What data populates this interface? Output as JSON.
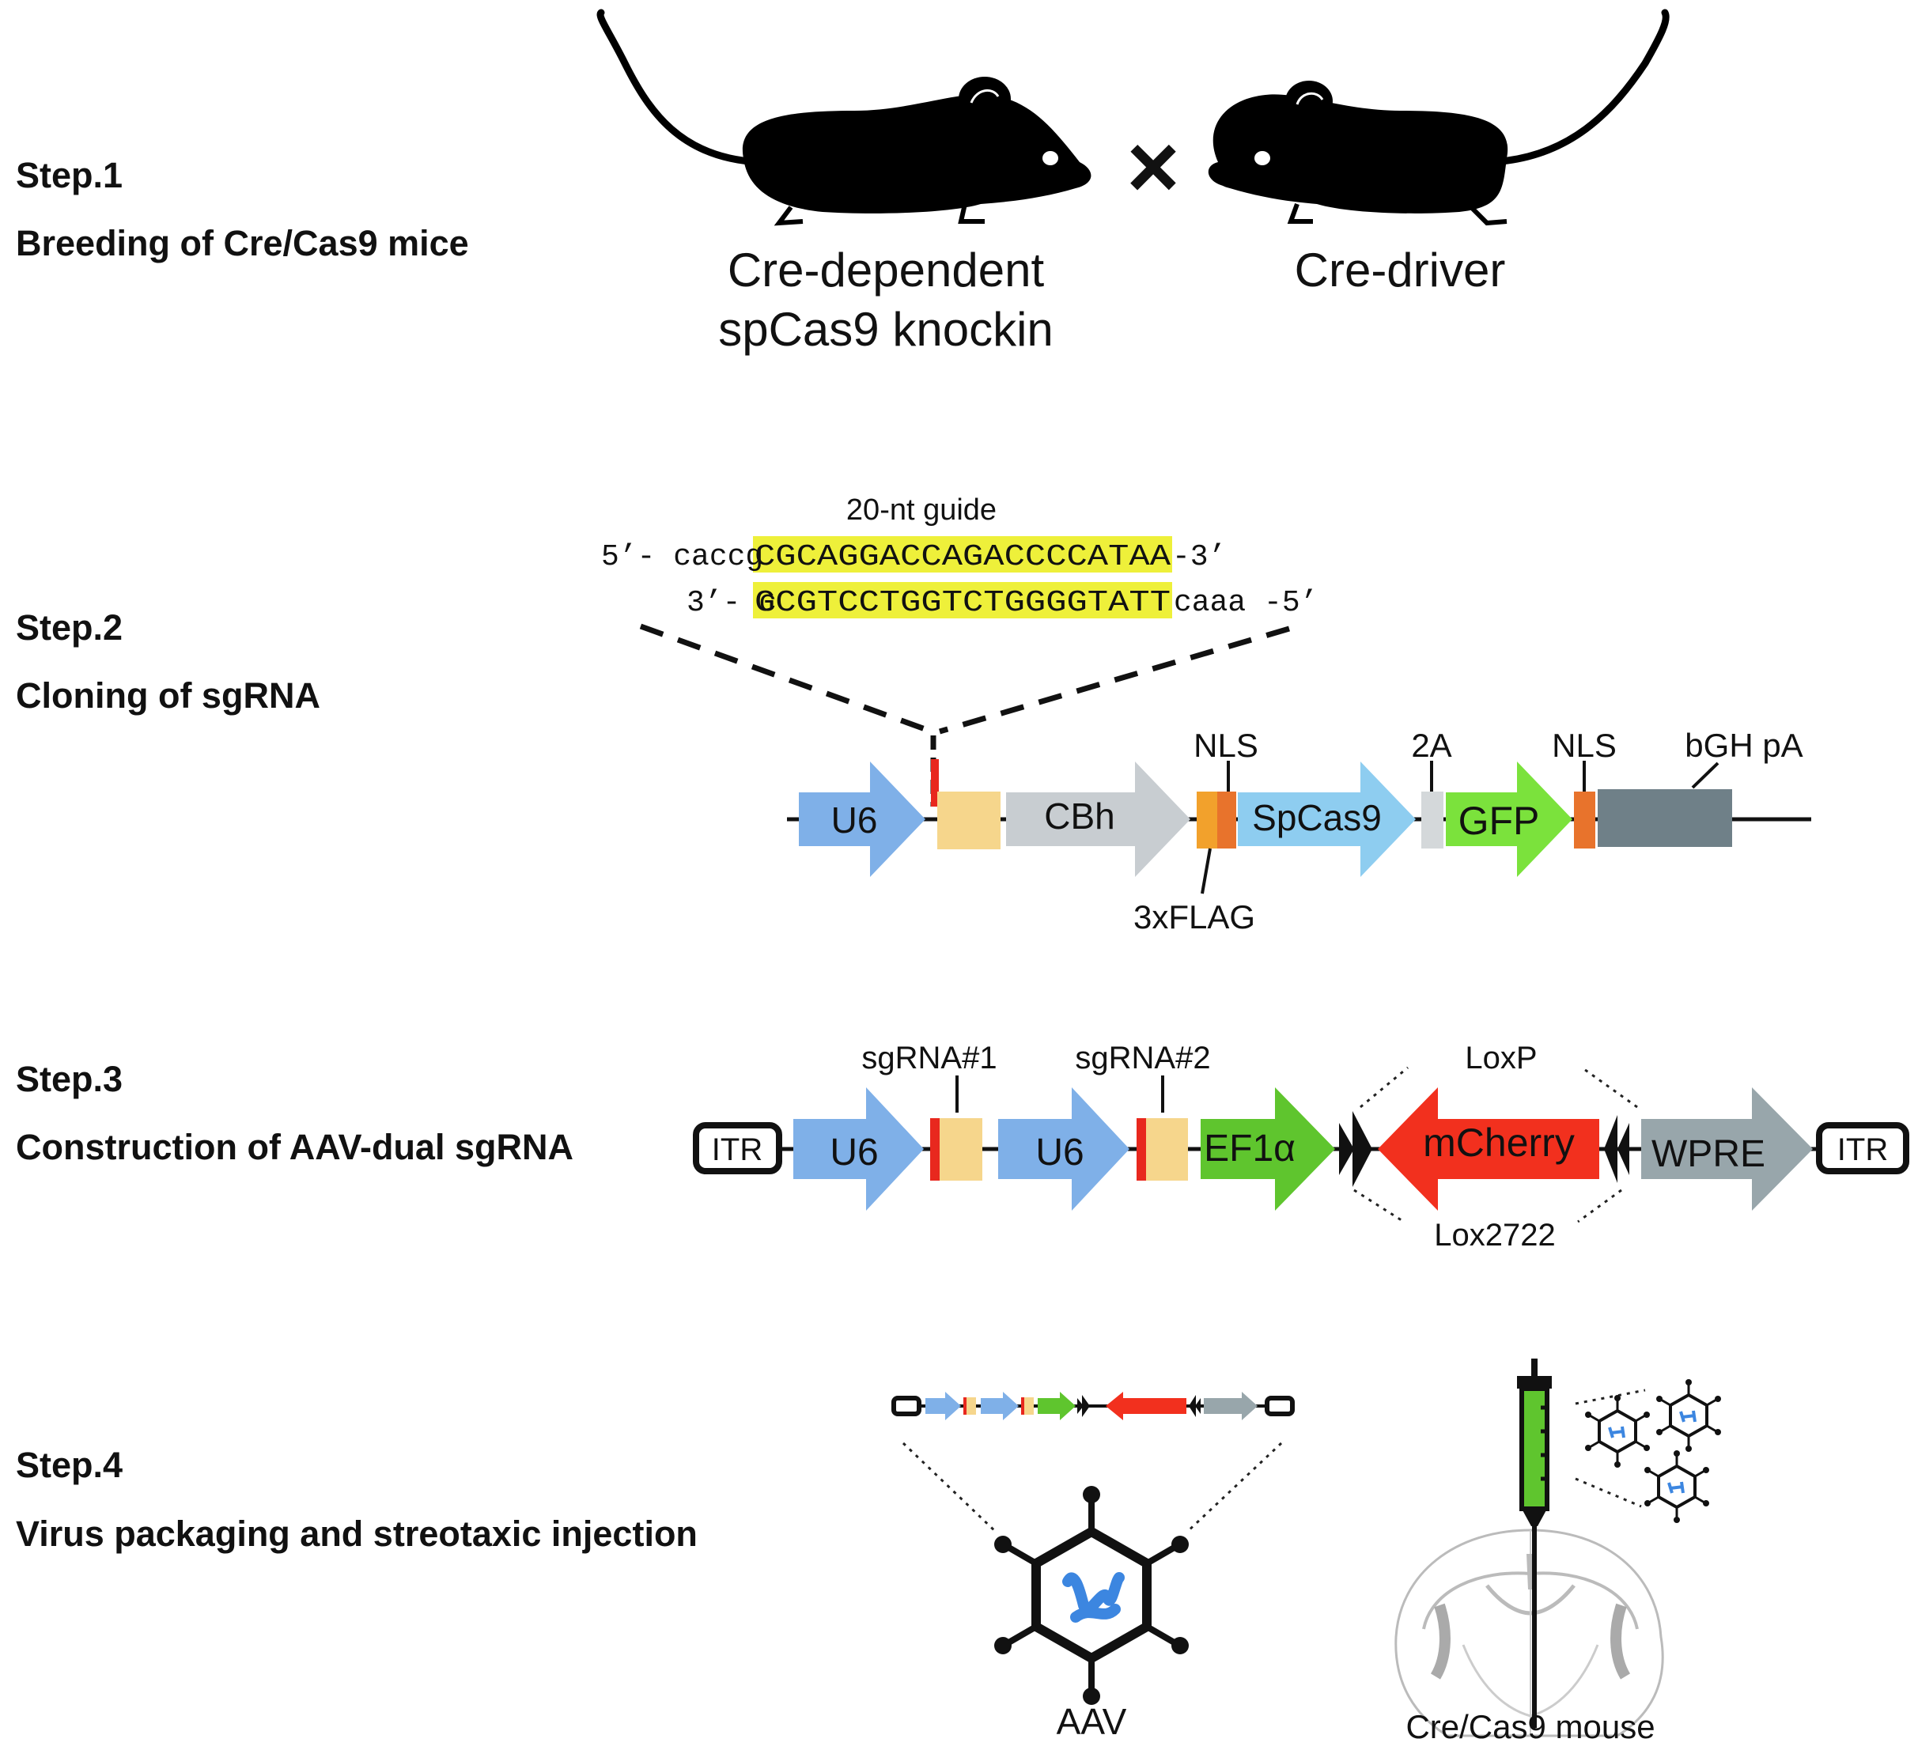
{
  "steps": [
    {
      "title": "Step.1",
      "subtitle": "Breeding of Cre/Cas9 mice"
    },
    {
      "title": "Step.2",
      "subtitle": "Cloning of sgRNA"
    },
    {
      "title": "Step.3",
      "subtitle": "Construction of AAV-dual sgRNA"
    },
    {
      "title": "Step.4",
      "subtitle": "Virus packaging and streotaxic injection"
    }
  ],
  "step1": {
    "left_mouse_line1": "Cre-dependent",
    "left_mouse_line2": "spCas9 knockin",
    "cross_symbol": "×",
    "right_mouse": "Cre-driver"
  },
  "step2": {
    "guide_title": "20-nt guide",
    "top_strand": {
      "prefix": "5’- caccg",
      "guide": "CGCAGGACCAGACCCCATAA",
      "suffix": " -3’"
    },
    "bottom_strand": {
      "prefix": "3’- c",
      "guide": "GCGTCCTGGTCTGGGGTATT",
      "suffix": "caaa -5’"
    },
    "highlight_color": "#eef03a",
    "elements": {
      "u6": "U6",
      "cbh": "CBh",
      "nls1": "NLS",
      "spcas9": "SpCas9",
      "twoa": "2A",
      "gfp": "GFP",
      "nls2": "NLS",
      "bgh": "bGH pA",
      "flag": "3xFLAG"
    }
  },
  "step3": {
    "itr_left": "ITR",
    "u6_1": "U6",
    "sgrna1": "sgRNA#1",
    "u6_2": "U6",
    "sgrna2": "sgRNA#2",
    "ef1a": "EF1α",
    "loxp": "LoxP",
    "mcherry": "mCherry",
    "lox2722": "Lox2722",
    "wpre": "WPRE",
    "itr_right": "ITR"
  },
  "step4": {
    "aav_label": "AAV",
    "mouse_label": "Cre/Cas9 mouse"
  },
  "colors": {
    "u6": "#7fb0e8",
    "sgrna_box": "#f6d68c",
    "cbh": "#c8cdd1",
    "flag": "#f2a12c",
    "nls": "#e8732c",
    "spcas9": "#8ecdf0",
    "twoa": "#d4d8da",
    "gfp": "#7be23c",
    "bgh": "#6f8088",
    "ef1a": "#5fc52e",
    "mcherry": "#f2301e",
    "wpre": "#98a6ab",
    "guide_red": "#e8281e",
    "virus_dna": "#3c86e0"
  }
}
